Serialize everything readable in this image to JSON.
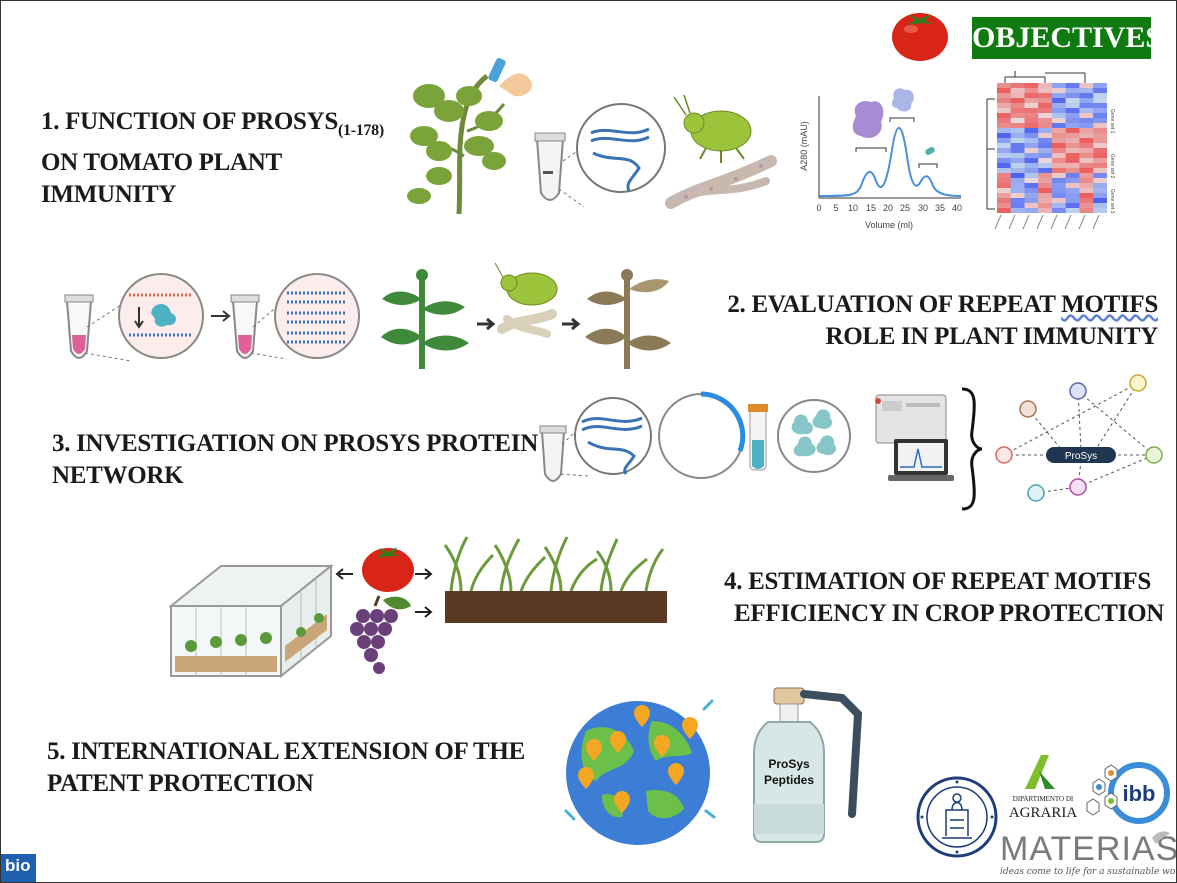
{
  "header": {
    "title": "OBJECTIVES"
  },
  "objectives": [
    {
      "line1": "1. FUNCTION OF PROSYS",
      "subscript": "(1-178)",
      "line2": "ON TOMATO PLANT",
      "line3": "IMMUNITY"
    },
    {
      "line1_pre": "2. EVALUATION OF REPEAT ",
      "line1_word": "MOTIFS",
      "line2": "ROLE IN PLANT IMMUNITY"
    },
    {
      "line1": "3. INVESTIGATION ON PROSYS PROTEIN",
      "line2": "NETWORK"
    },
    {
      "line1": "4. ESTIMATION OF REPEAT MOTIFS",
      "line2": "EFFICIENCY IN CROP PROTECTION"
    },
    {
      "line1": "5. INTERNATIONAL EXTENSION OF THE",
      "line2": "PATENT PROTECTION"
    }
  ],
  "chromatogram": {
    "ylabel": "A280 (mAU)",
    "xlabel": "Volume (ml)",
    "xticks": [
      "0",
      "5",
      "10",
      "15",
      "20",
      "25",
      "30",
      "35",
      "40"
    ]
  },
  "network": {
    "center_label": "ProSys"
  },
  "spray_bottle": {
    "line1": "ProSys",
    "line2": "Peptides"
  },
  "logos": {
    "department": {
      "small": "DIPARTIMENTO DI",
      "big": "AGRARIA"
    },
    "ibb": "ibb",
    "materias": {
      "name": "MATERIAS",
      "tagline": "ideas come to life for a sustainable world"
    },
    "corner": "bio"
  },
  "colors": {
    "title_bg": "#0f7a0f",
    "title_text": "#ffffff",
    "text": "#1a1a1a"
  }
}
